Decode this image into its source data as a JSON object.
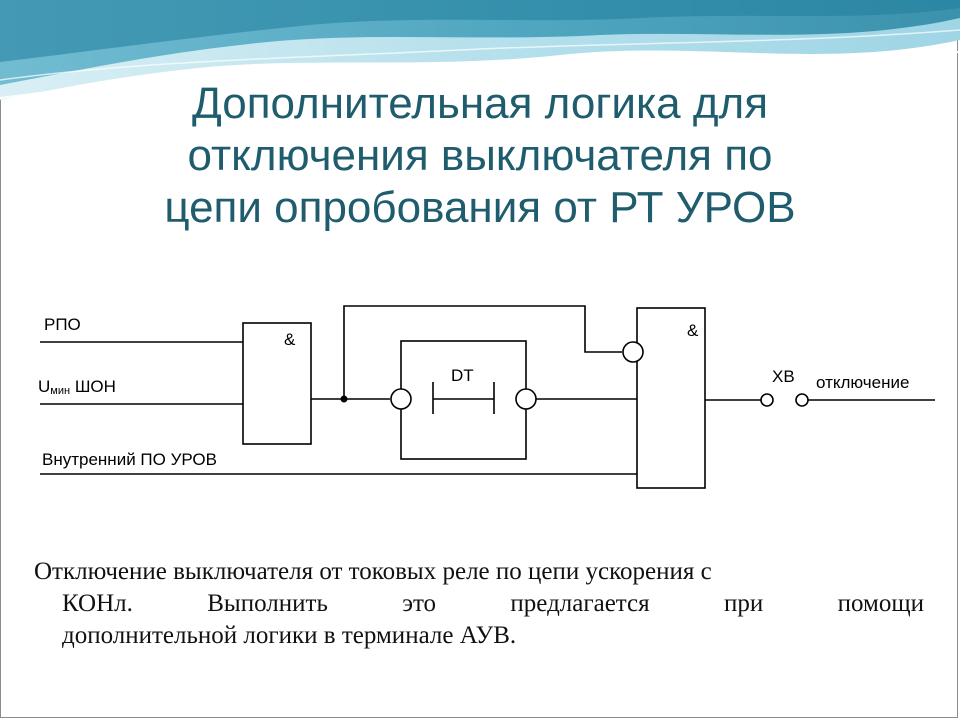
{
  "slide": {
    "title_lines": [
      "Дополнительная логика для",
      "отключения выключателя по",
      "цепи опробования от РТ УРОВ"
    ],
    "colors": {
      "title": "#1f5d6e",
      "wave_light": "#c9e8f1",
      "wave_mid": "#7fc4d8",
      "wave_dark": "#2e8fac"
    },
    "body_lines": [
      "Отключение выключателя от токовых реле по цепи ускорения с",
      "КОНл. Выполнить это предлагается при помощи",
      "дополнительной логики в терминале АУВ."
    ]
  },
  "diagram": {
    "inputs": {
      "rpo": "РПО",
      "umin_main": "U",
      "umin_sub": "мин",
      "shon": "ШОН",
      "internal": "Внутренний ПО УРОВ"
    },
    "gate1_symbol": "&",
    "gate2_symbol": "&",
    "timer_label": "DT",
    "contact_label": "ХВ",
    "output_label": "отключение"
  }
}
